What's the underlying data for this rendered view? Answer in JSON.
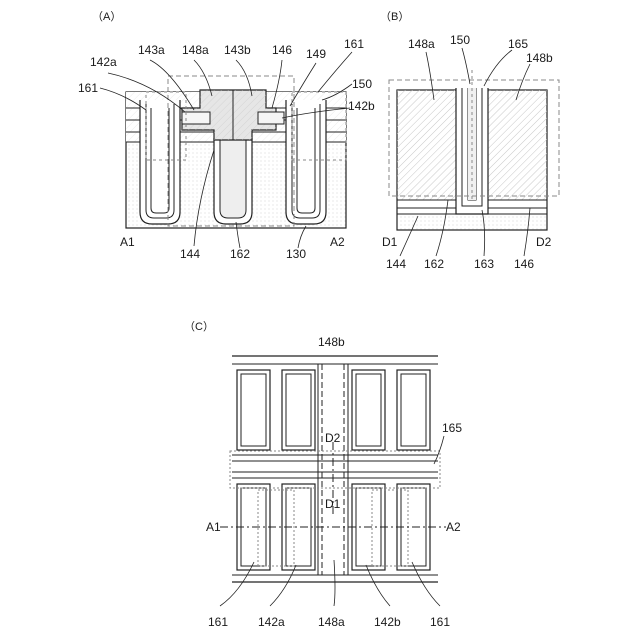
{
  "panel_a": {
    "title": "（A）",
    "labels": {
      "l142a": "142a",
      "l143a": "143a",
      "l148a": "148a",
      "l143b": "143b",
      "l146": "146",
      "l149": "149",
      "l161": "161",
      "l150": "150",
      "l161_left": "161",
      "l142b": "142b",
      "l144": "144",
      "l162": "162",
      "l130": "130",
      "l_a1": "A1",
      "l_a2": "A2"
    }
  },
  "panel_b": {
    "title": "（B）",
    "labels": {
      "l148a": "148a",
      "l150": "150",
      "l165": "165",
      "l148b": "148b",
      "l_d1": "D1",
      "l_d2": "D2",
      "l144": "144",
      "l162": "162",
      "l163": "163",
      "l146": "146"
    }
  },
  "panel_c": {
    "title": "（C）",
    "labels": {
      "l148b": "148b",
      "l_d2": "D2",
      "l165": "165",
      "l_d1": "D1",
      "l_a1": "A1",
      "l_a2": "A2",
      "l161_left": "161",
      "l142a": "142a",
      "l148a": "148a",
      "l142b": "142b",
      "l161_right": "161"
    }
  }
}
